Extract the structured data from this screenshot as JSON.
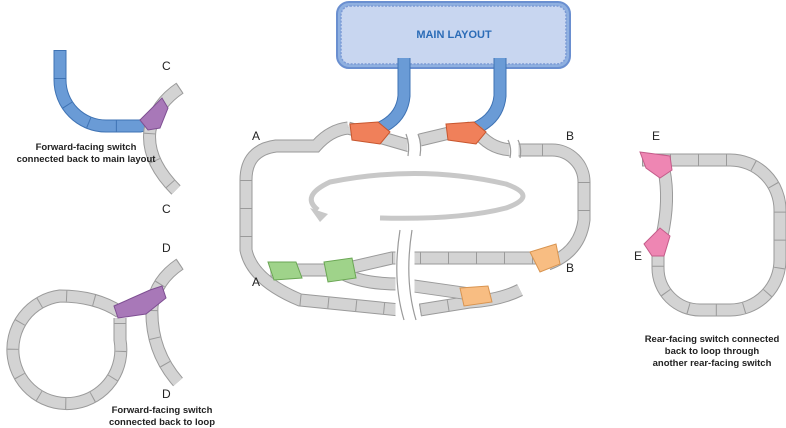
{
  "main_layout": {
    "title": "MAIN LAYOUT"
  },
  "labels": {
    "c_top": "C",
    "c_bottom": "C",
    "d_top": "D",
    "d_bottom": "D",
    "a_top": "A",
    "a_bottom": "A",
    "b_top": "B",
    "b_bottom": "B",
    "e_top": "E",
    "e_bottom": "E"
  },
  "captions": {
    "forward_main": [
      "Forward-facing switch",
      "connected back to main layout"
    ],
    "forward_loop": [
      "Forward-facing switch",
      "connected back to loop"
    ],
    "rear_loop": [
      "Rear-facing switch connected",
      "back to loop through",
      "another rear-facing switch"
    ]
  },
  "colors": {
    "track": "#d3d3d3",
    "track_edge": "#9a9a9a",
    "main_track": "#6a9bd6",
    "main_box": "#c8d6f0",
    "switch_orange_red": "#f0805a",
    "switch_purple": "#a878b8",
    "switch_green": "#9fd38a",
    "switch_orange": "#f8bd82",
    "switch_pink": "#ee86b3",
    "direction_arrow": "#c8c8c8"
  }
}
